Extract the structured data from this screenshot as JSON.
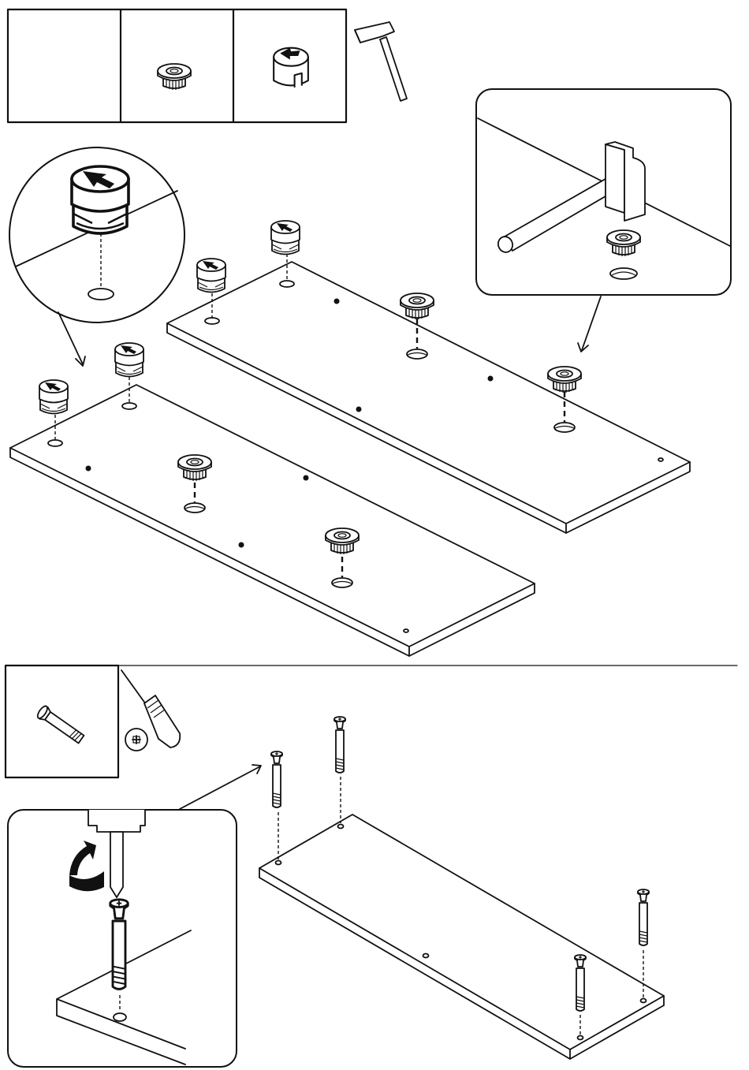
{
  "step_a": {
    "parts_box": {
      "slots": [
        "empty",
        "cam-bushing",
        "cam-lock"
      ]
    },
    "tool": "hammer-icon",
    "boards": 2,
    "cam_locks_per_board": 2,
    "bushings_per_board": 2
  },
  "step_b": {
    "parts_box": {
      "slots": [
        "dowel-bolt"
      ]
    },
    "tool": "phillips-screwdriver-icon",
    "bolts": 4
  },
  "colors": {
    "line": "#111111",
    "paper": "#ffffff"
  }
}
